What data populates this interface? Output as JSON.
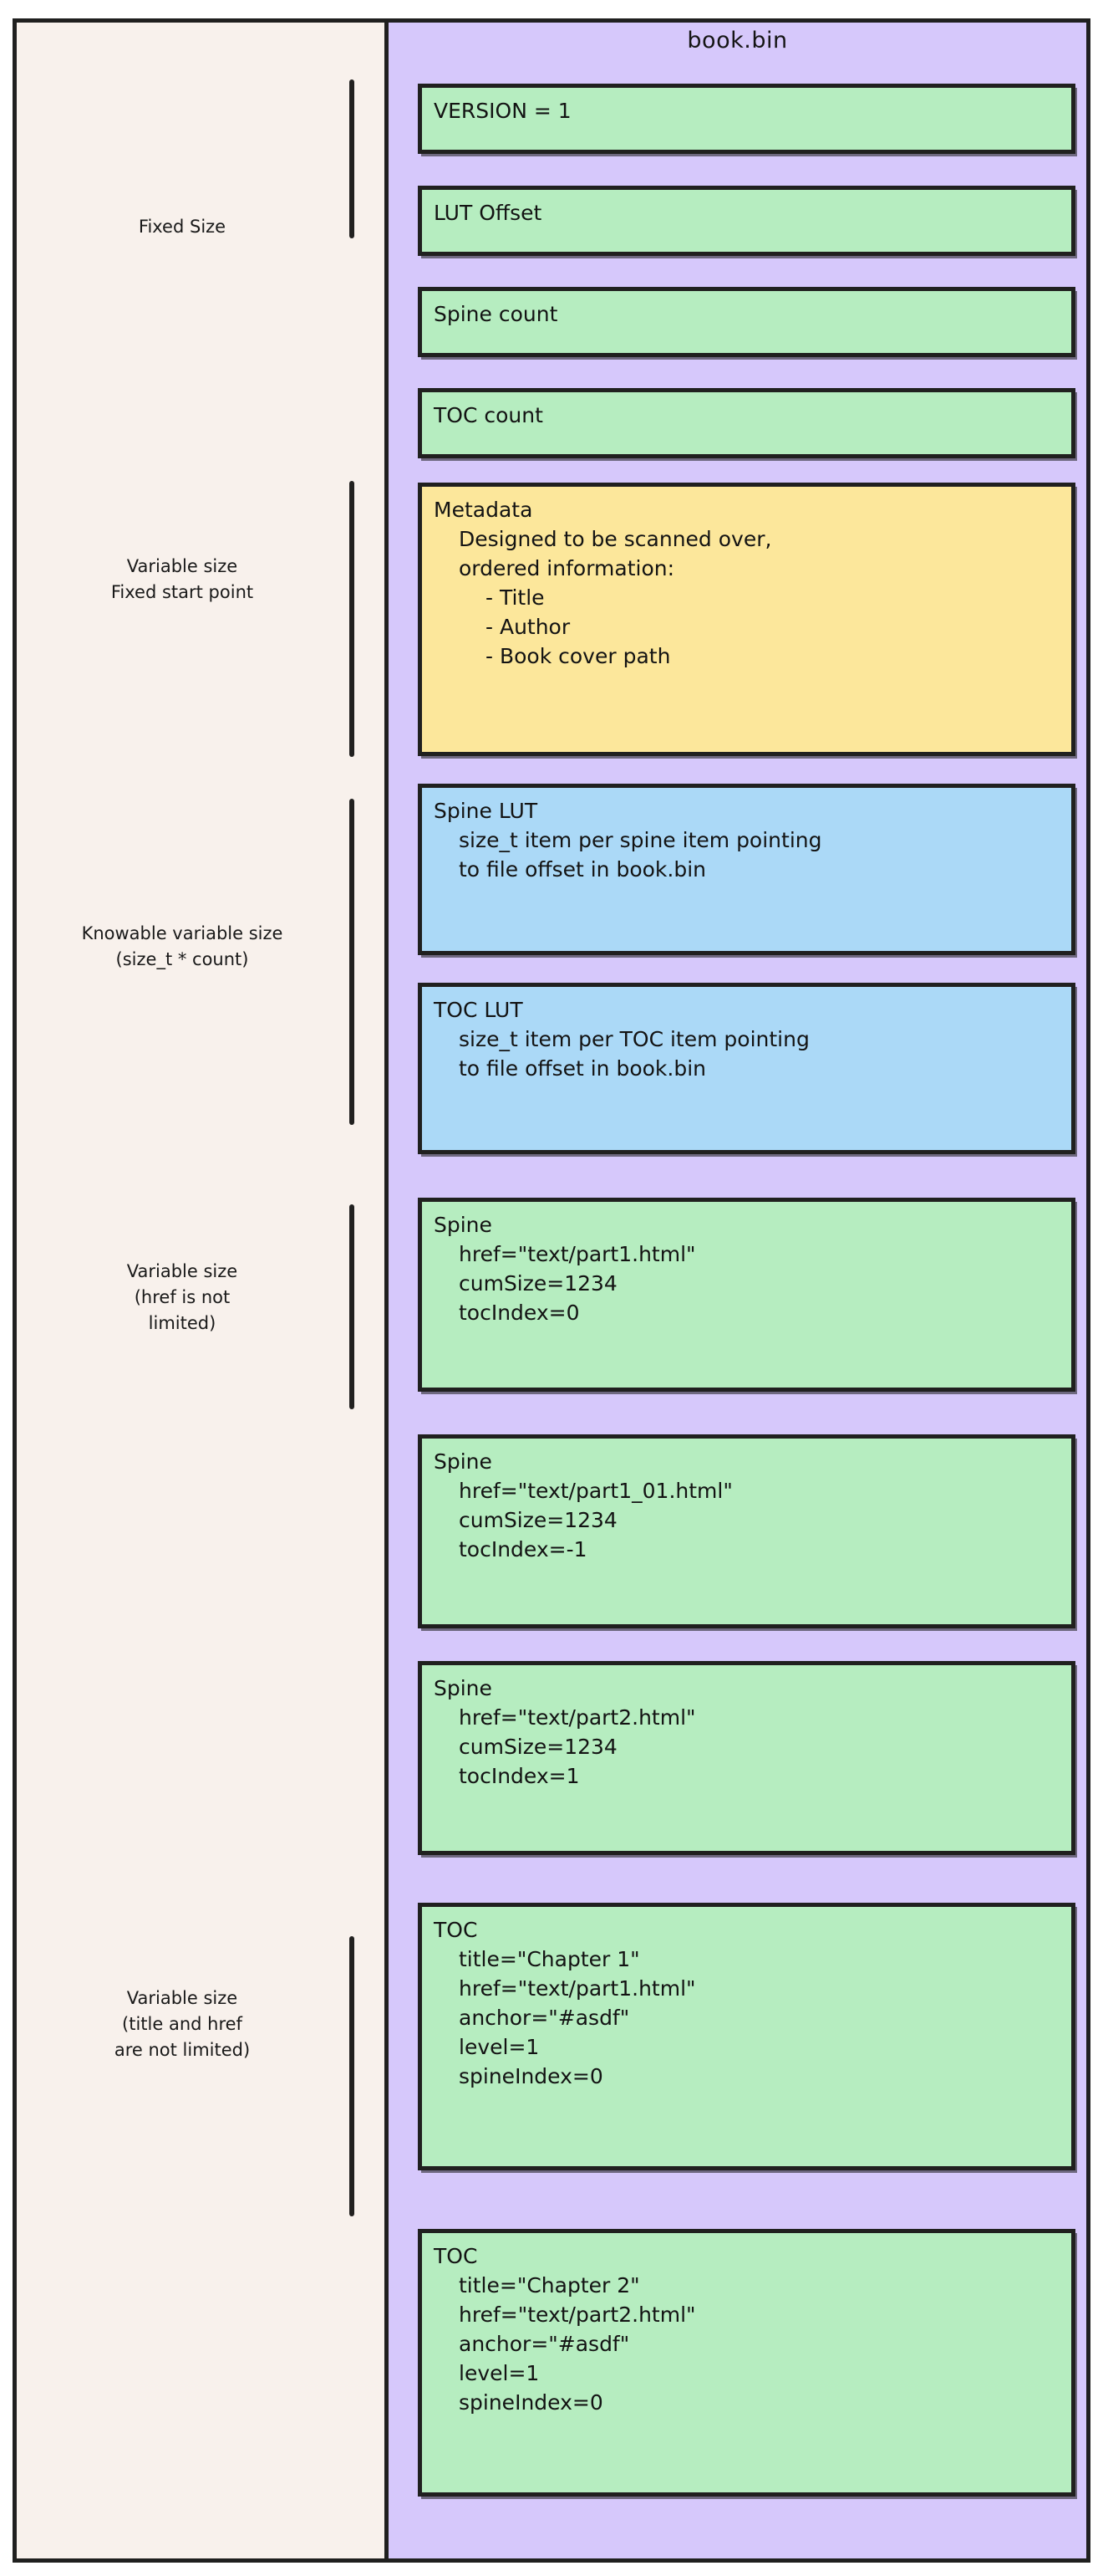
{
  "diagram": {
    "file_title": "book.bin",
    "colors": {
      "outer_panel": "#f8f1ec",
      "container": "#d6c8fb",
      "green_box": "#b6edc0",
      "yellow_box": "#fce79b",
      "blue_box": "#abd9f7",
      "stroke": "#20201f"
    },
    "groups": [
      {
        "id": "fixed-size",
        "label": "Fixed Size"
      },
      {
        "id": "variable-fixed-start",
        "label": "Variable size\nFixed start point"
      },
      {
        "id": "knowable-variable",
        "label": "Knowable variable size\n(size_t * count)"
      },
      {
        "id": "variable-href",
        "label": "Variable size\n(href is not\nlimited)"
      },
      {
        "id": "variable-title-href",
        "label": "Variable size\n(title and href\nare not limited)"
      }
    ],
    "blocks": [
      {
        "id": "version",
        "color": "green",
        "lines": [
          {
            "text": "VERSION = 1",
            "indent": 0
          }
        ]
      },
      {
        "id": "lut-offset",
        "color": "green",
        "lines": [
          {
            "text": "LUT Offset",
            "indent": 0
          }
        ]
      },
      {
        "id": "spine-count",
        "color": "green",
        "lines": [
          {
            "text": "Spine count",
            "indent": 0
          }
        ]
      },
      {
        "id": "toc-count",
        "color": "green",
        "lines": [
          {
            "text": "TOC count",
            "indent": 0
          }
        ]
      },
      {
        "id": "metadata",
        "color": "yellow",
        "lines": [
          {
            "text": "Metadata",
            "indent": 0
          },
          {
            "text": "Designed to be scanned over,",
            "indent": 1
          },
          {
            "text": "ordered information:",
            "indent": 1
          },
          {
            "text": "- Title",
            "indent": 2
          },
          {
            "text": "- Author",
            "indent": 2
          },
          {
            "text": "- Book cover path",
            "indent": 2
          }
        ]
      },
      {
        "id": "spine-lut",
        "color": "blue",
        "lines": [
          {
            "text": "Spine LUT",
            "indent": 0
          },
          {
            "text": "size_t item per spine item pointing",
            "indent": 1
          },
          {
            "text": "to file offset in book.bin",
            "indent": 1
          }
        ]
      },
      {
        "id": "toc-lut",
        "color": "blue",
        "lines": [
          {
            "text": "TOC LUT",
            "indent": 0
          },
          {
            "text": "size_t item per TOC item pointing",
            "indent": 1
          },
          {
            "text": "to file offset in book.bin",
            "indent": 1
          }
        ]
      },
      {
        "id": "spine-1",
        "color": "green",
        "lines": [
          {
            "text": "Spine",
            "indent": 0
          },
          {
            "text": "href=\"text/part1.html\"",
            "indent": 1
          },
          {
            "text": "cumSize=1234",
            "indent": 1
          },
          {
            "text": "tocIndex=0",
            "indent": 1
          }
        ]
      },
      {
        "id": "spine-2",
        "color": "green",
        "lines": [
          {
            "text": "Spine",
            "indent": 0
          },
          {
            "text": "href=\"text/part1_01.html\"",
            "indent": 1
          },
          {
            "text": "cumSize=1234",
            "indent": 1
          },
          {
            "text": "tocIndex=-1",
            "indent": 1
          }
        ]
      },
      {
        "id": "spine-3",
        "color": "green",
        "lines": [
          {
            "text": "Spine",
            "indent": 0
          },
          {
            "text": "href=\"text/part2.html\"",
            "indent": 1
          },
          {
            "text": "cumSize=1234",
            "indent": 1
          },
          {
            "text": "tocIndex=1",
            "indent": 1
          }
        ]
      },
      {
        "id": "toc-1",
        "color": "green",
        "lines": [
          {
            "text": "TOC",
            "indent": 0
          },
          {
            "text": "title=\"Chapter 1\"",
            "indent": 1
          },
          {
            "text": "href=\"text/part1.html\"",
            "indent": 1
          },
          {
            "text": "anchor=\"#asdf\"",
            "indent": 1
          },
          {
            "text": "level=1",
            "indent": 1
          },
          {
            "text": "spineIndex=0",
            "indent": 1
          }
        ]
      },
      {
        "id": "toc-2",
        "color": "green",
        "lines": [
          {
            "text": "TOC",
            "indent": 0
          },
          {
            "text": "title=\"Chapter 2\"",
            "indent": 1
          },
          {
            "text": "href=\"text/part2.html\"",
            "indent": 1
          },
          {
            "text": "anchor=\"#asdf\"",
            "indent": 1
          },
          {
            "text": "level=1",
            "indent": 1
          },
          {
            "text": "spineIndex=0",
            "indent": 1
          }
        ]
      }
    ]
  }
}
